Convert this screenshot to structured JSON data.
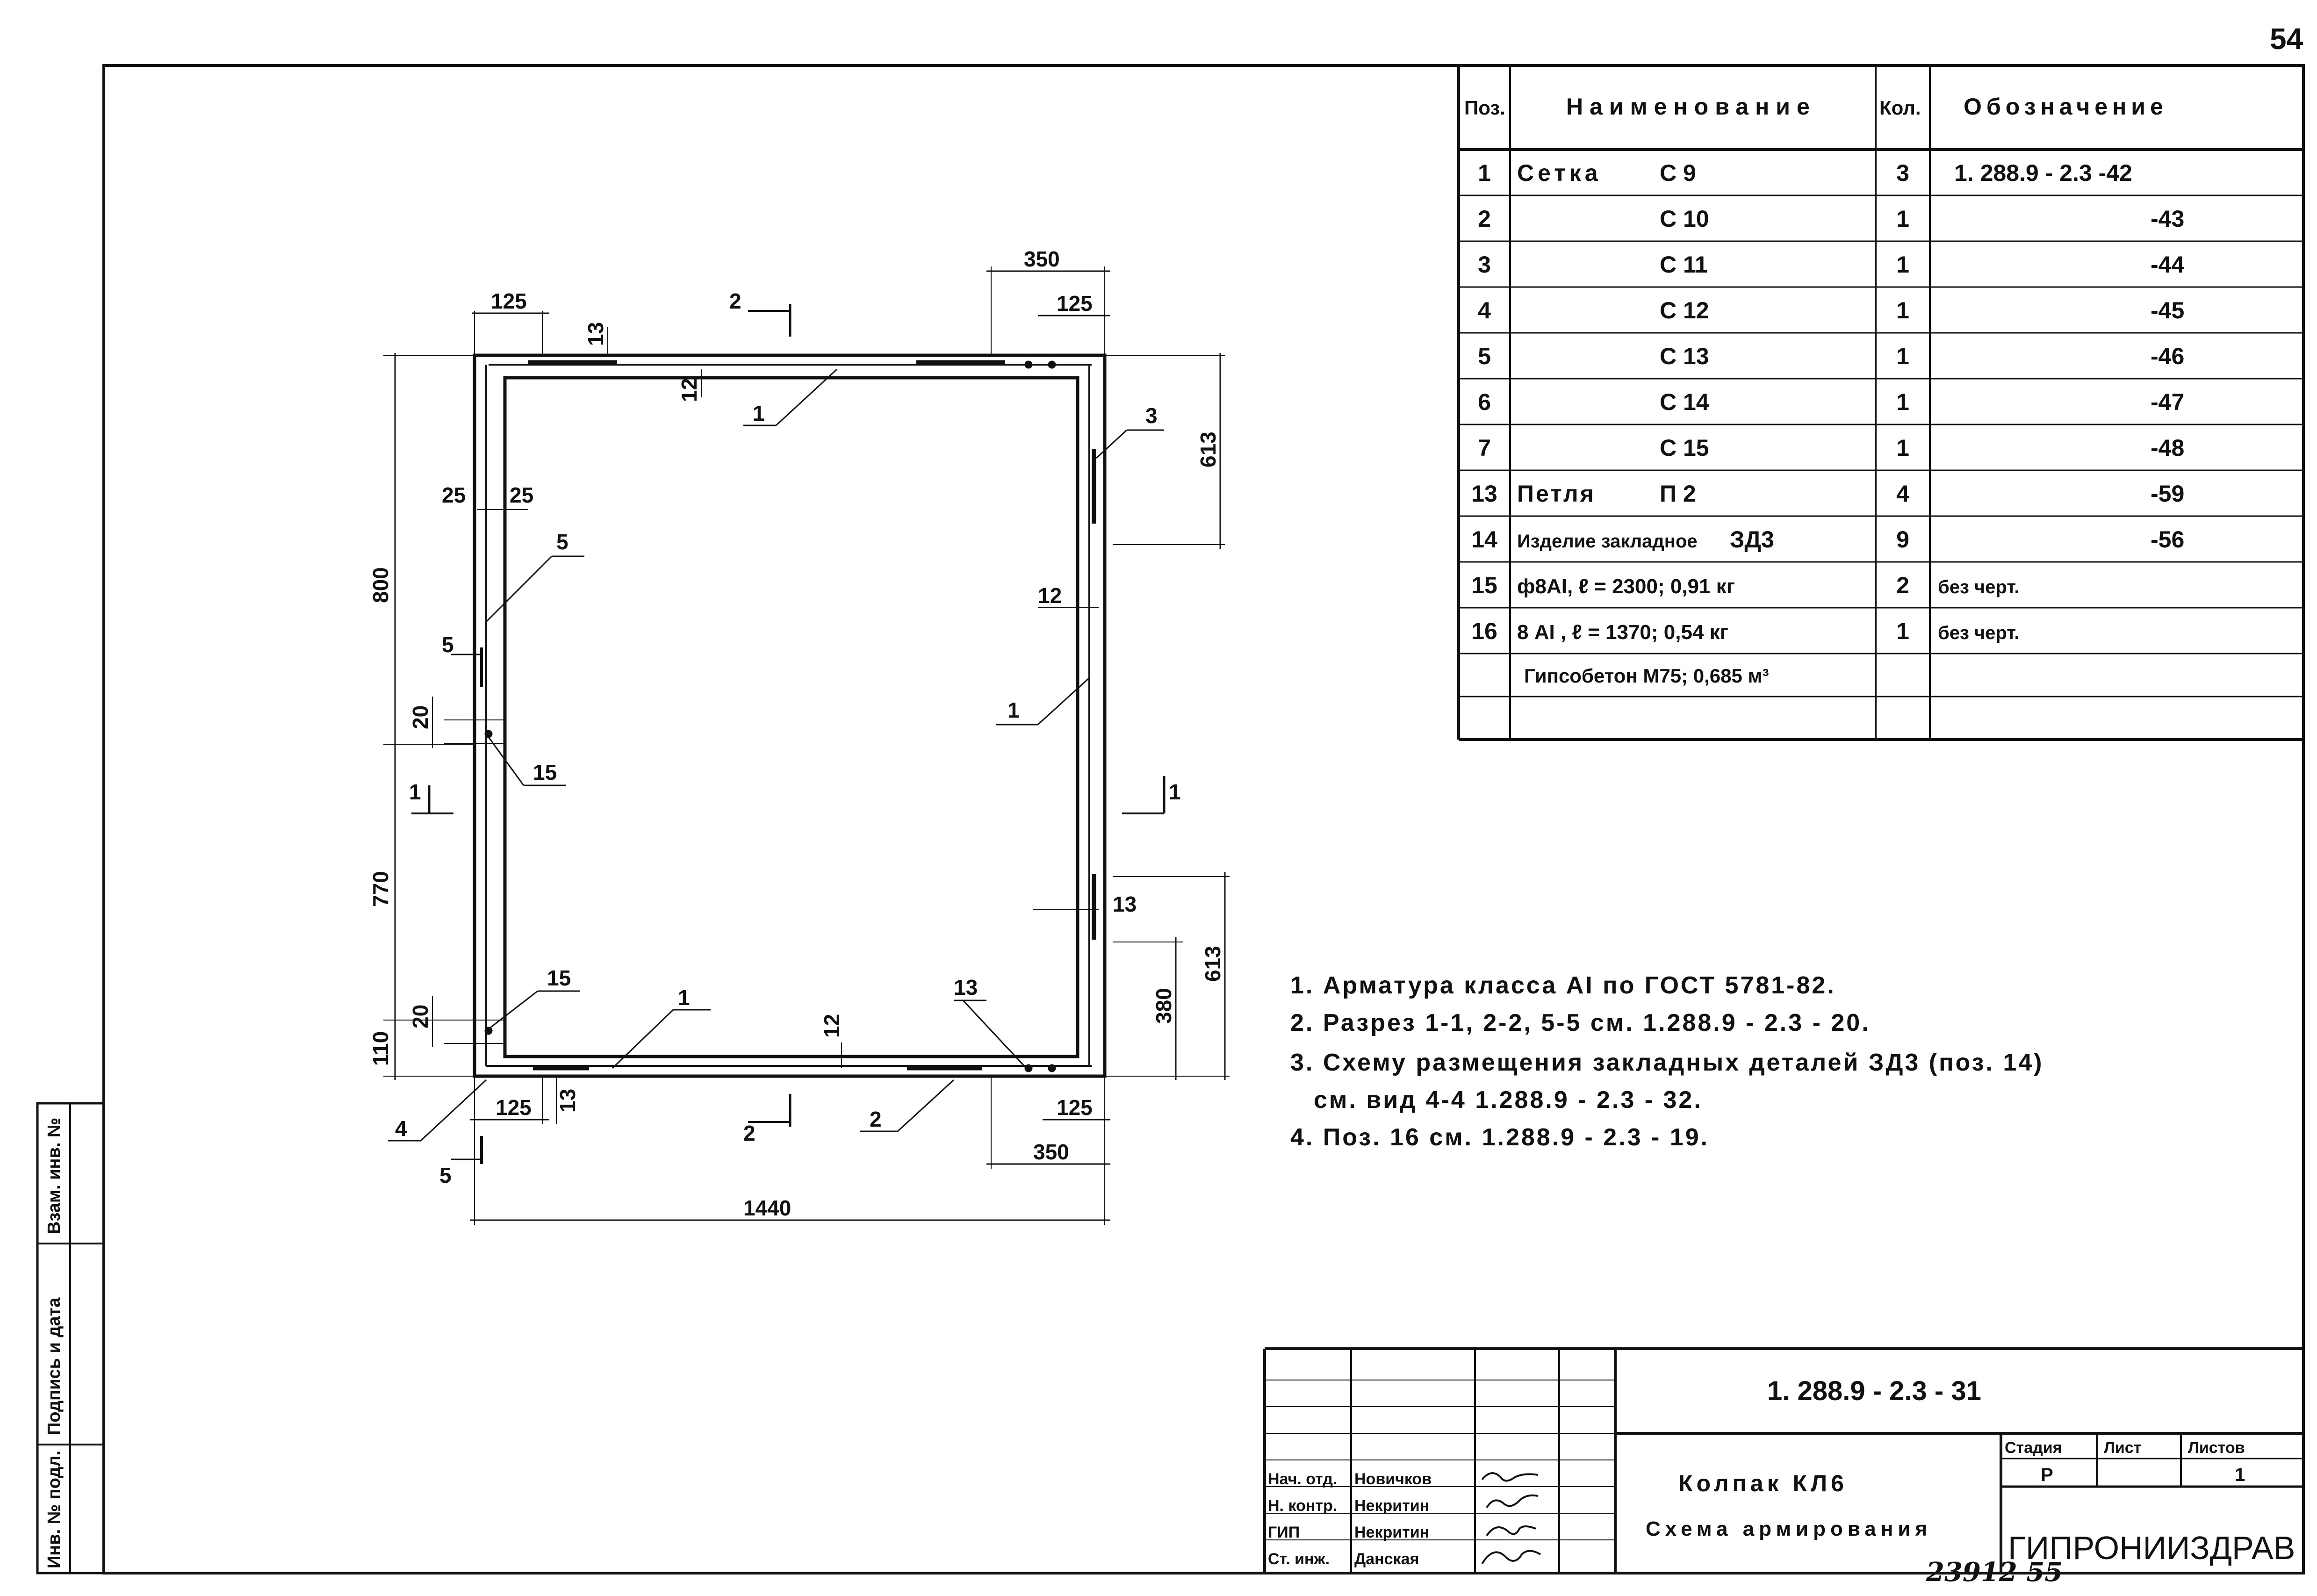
{
  "page_number": "54",
  "spec_table": {
    "headers": {
      "pos": "Поз.",
      "name": "Наименование",
      "qty": "Кол.",
      "designation": "Обозначение"
    },
    "rows": [
      {
        "pos": "1",
        "name": "Сетка",
        "mark": "С 9",
        "qty": "3",
        "designation": "1. 288.9 - 2.3 -42"
      },
      {
        "pos": "2",
        "name": "",
        "mark": "С 10",
        "qty": "1",
        "designation": "-43"
      },
      {
        "pos": "3",
        "name": "",
        "mark": "С 11",
        "qty": "1",
        "designation": "-44"
      },
      {
        "pos": "4",
        "name": "",
        "mark": "С 12",
        "qty": "1",
        "designation": "-45"
      },
      {
        "pos": "5",
        "name": "",
        "mark": "С 13",
        "qty": "1",
        "designation": "-46"
      },
      {
        "pos": "6",
        "name": "",
        "mark": "С 14",
        "qty": "1",
        "designation": "-47"
      },
      {
        "pos": "7",
        "name": "",
        "mark": "С 15",
        "qty": "1",
        "designation": "-48"
      },
      {
        "pos": "13",
        "name": "Петля",
        "mark": "П 2",
        "qty": "4",
        "designation": "-59"
      },
      {
        "pos": "14",
        "name": "Изделие закладное",
        "mark": "ЗД3",
        "qty": "9",
        "designation": "-56"
      },
      {
        "pos": "15",
        "name": "ф8АI, ℓ = 2300; 0,91 кг",
        "mark": "",
        "qty": "2",
        "designation": "без черт."
      },
      {
        "pos": "16",
        "name": "8 АI , ℓ = 1370; 0,54 кг",
        "mark": "",
        "qty": "1",
        "designation": "без черт."
      },
      {
        "pos": "",
        "name": "Гипсобетон М75; 0,685 м³",
        "mark": "",
        "qty": "",
        "designation": ""
      },
      {
        "pos": "",
        "name": "",
        "mark": "",
        "qty": "",
        "designation": ""
      }
    ]
  },
  "drawing": {
    "dims": {
      "top_left_125": "125",
      "top_13": "13",
      "top_350": "350",
      "top_right_125": "125",
      "inner_12_top": "12",
      "right_613_top": "613",
      "left_25a": "25",
      "left_25b": "25",
      "left_800": "800",
      "right_12": "12",
      "left_20_top": "20",
      "left_770": "770",
      "right_13": "13",
      "right_613_bottom": "613",
      "left_20_bottom": "20",
      "right_380": "380",
      "left_110": "110",
      "bottom_12": "12",
      "bottom_left_125": "125",
      "bottom_13": "13",
      "bottom_right_125": "125",
      "bottom_350": "350",
      "bottom_1440": "1440"
    },
    "callouts": {
      "c1_top": "1",
      "c3": "3",
      "c5": "5",
      "c5_left": "5",
      "c1_right": "1",
      "c15_top": "15",
      "c15_bottom": "15",
      "c1_bottom": "1",
      "c13": "13",
      "c4": "4",
      "c2": "2",
      "c5_bottom": "5"
    },
    "sections": {
      "s2_top": "2",
      "s1_left": "1",
      "s1_right": "1",
      "s2_bottom": "2"
    }
  },
  "notes": [
    "1. Арматура класса АI по ГОСТ 5781-82.",
    "2. Разрез  1-1, 2-2, 5-5 см. 1.288.9 - 2.3 - 20.",
    "3. Схему размещения закладных деталей ЗД3 (поз. 14)",
    "см. вид  4-4  1.288.9 - 2.3 - 32.",
    "4. Поз. 16 см. 1.288.9 - 2.3 - 19."
  ],
  "side_stamp": {
    "vzam": "Взам. инв. №",
    "podpis": "Подпись и дата",
    "inv": "Инв. № подл."
  },
  "title_block": {
    "code": "1. 288.9 - 2.3 - 31",
    "title_line1": "Колпак  КЛ6",
    "title_line2": "Схема  армирования",
    "stage_hdr": "Стадия",
    "sheet_hdr": "Лист",
    "sheets_hdr": "Листов",
    "stage": "Р",
    "sheets": "1",
    "org": "ГИПРОНИИЗДРАВ",
    "signers": [
      {
        "role": "Нач. отд.",
        "name": "Новичков"
      },
      {
        "role": "Н. контр.",
        "name": "Некритин"
      },
      {
        "role": "ГИП",
        "name": "Некритин"
      },
      {
        "role": "Ст. инж.",
        "name": "Данская"
      }
    ]
  },
  "bottom_stamp": "23912  55"
}
